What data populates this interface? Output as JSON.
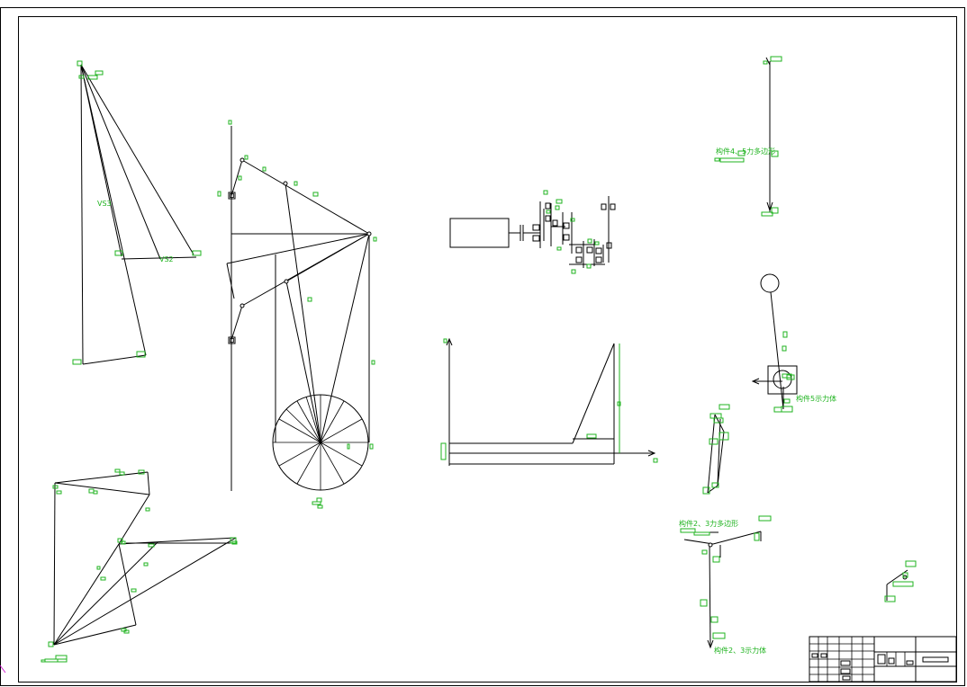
{
  "drawing": {
    "labels": {
      "vs3": "VS3",
      "vs2": "VS2",
      "link45_polygon": "构件4、5力多边形",
      "link5_free_body": "构件5示力体",
      "link23_polygon": "构件2、3力多边形",
      "link23_free_body": "构件2、3示力体"
    }
  },
  "colors": {
    "line": "#000000",
    "annotation": "#1fb31f",
    "background": "#ffffff"
  }
}
